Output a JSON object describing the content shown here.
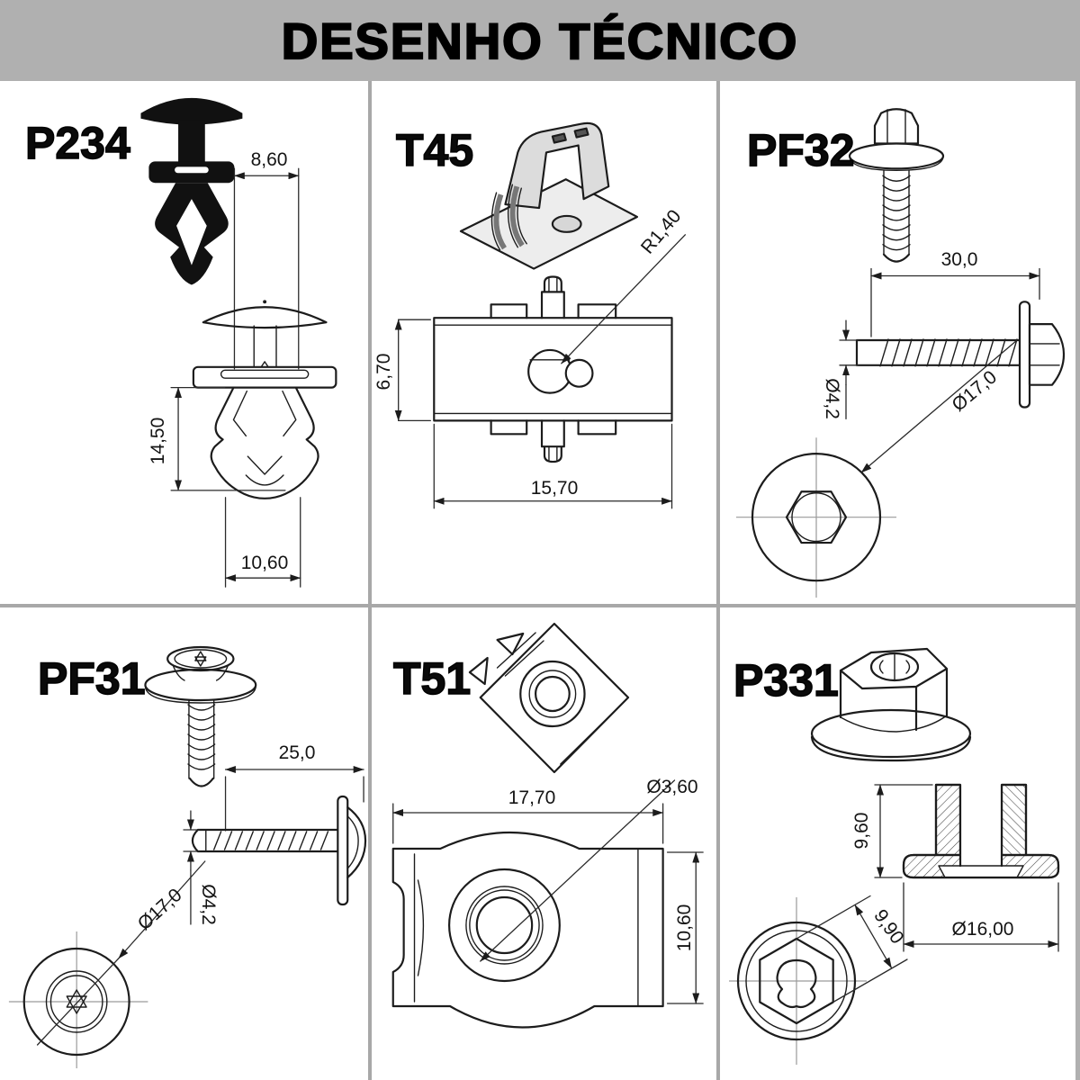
{
  "title": "DESENHO TÉCNICO",
  "parts": {
    "p234": {
      "label": "P234",
      "dims": {
        "top_width": "8,60",
        "body_height": "14,50",
        "bottom_width": "10,60"
      }
    },
    "t45": {
      "label": "T45",
      "dims": {
        "slot_radius": "R1,40",
        "height": "6,70",
        "width": "15,70"
      }
    },
    "pf32": {
      "label": "PF32",
      "dims": {
        "length": "30,0",
        "shaft_diameter": "Ø4,2",
        "washer_diameter": "Ø17,0"
      }
    },
    "pf31": {
      "label": "PF31",
      "dims": {
        "length": "25,0",
        "shaft_diameter": "Ø4,2",
        "washer_diameter": "Ø17,0"
      }
    },
    "t51": {
      "label": "T51",
      "dims": {
        "width": "17,70",
        "hole_diameter": "Ø3,60",
        "height": "10,60"
      }
    },
    "p331": {
      "label": "P331",
      "dims": {
        "height": "9,60",
        "hex_width": "9,90",
        "flange_diameter": "Ø16,00"
      }
    }
  },
  "colors": {
    "band_gray": "#b0b0b0",
    "divider_gray": "#a8a8a8",
    "line_black": "#1c1c1c"
  }
}
